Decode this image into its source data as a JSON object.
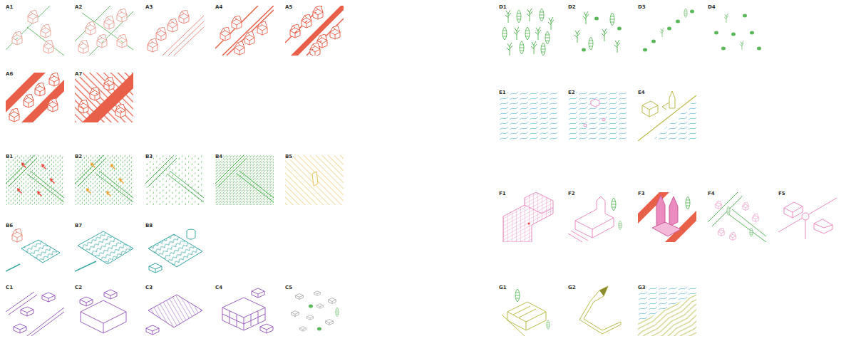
{
  "diagram": {
    "labels": [
      "A1",
      "A2",
      "A3",
      "A4",
      "A5",
      "A6",
      "A7",
      "B1",
      "B2",
      "B3",
      "B4",
      "B5",
      "B6",
      "B7",
      "B8",
      "C1",
      "C2",
      "C3",
      "C4",
      "C5",
      "D1",
      "D2",
      "D3",
      "D4",
      "E1",
      "E2",
      "E4",
      "F1",
      "F2",
      "F3",
      "F4",
      "F5",
      "G1",
      "G2",
      "G3"
    ]
  }
}
